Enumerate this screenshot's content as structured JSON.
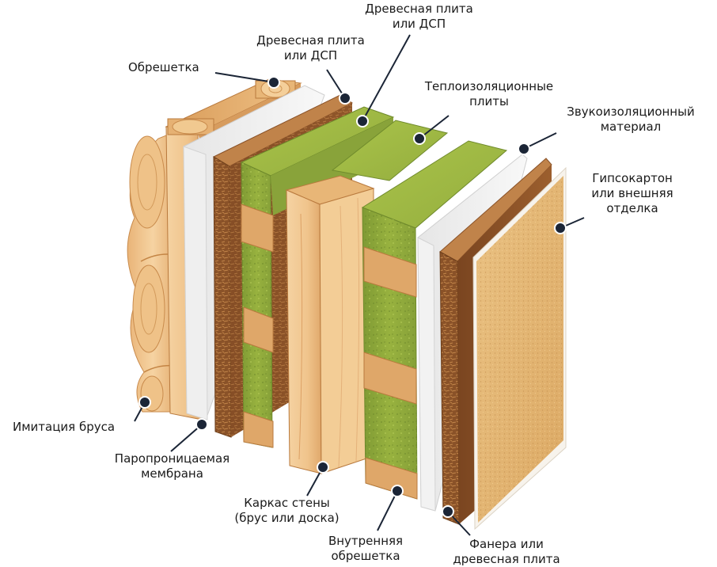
{
  "colors": {
    "leader": "#1b2536",
    "text": "#1a1a1a",
    "pine_light": "#f1c990",
    "pine_mid": "#dfa769",
    "pine_dark": "#b97a3e",
    "membrane": "#ececec",
    "osb": "#8a5228",
    "insulation": "#8da53a",
    "insulation_light": "#a8bf45",
    "drywall": "#e6b775"
  },
  "labels": {
    "obreshetka": {
      "lines": [
        "Обрешетка"
      ]
    },
    "wood_board_1": {
      "lines": [
        "Древесная плита",
        "или ДСП"
      ]
    },
    "wood_board_2": {
      "lines": [
        "Древесная плита",
        "или ДСП"
      ]
    },
    "heat_insulation": {
      "lines": [
        "Теплоизоляционные",
        "плиты"
      ]
    },
    "sound_insulation": {
      "lines": [
        "Звукоизоляционный",
        "материал"
      ]
    },
    "drywall": {
      "lines": [
        "Гипсокартон",
        "или внешняя",
        "отделка"
      ]
    },
    "timber_imitation": {
      "lines": [
        "Имитация бруса"
      ]
    },
    "vapor_membrane": {
      "lines": [
        "Паропроницаемая",
        "мембрана"
      ]
    },
    "wall_frame": {
      "lines": [
        "Каркас стены",
        "(брус или доска)"
      ]
    },
    "inner_obreshetka": {
      "lines": [
        "Внутренняя",
        "обрешетка"
      ]
    },
    "plywood": {
      "lines": [
        "Фанера или",
        "древесная плита"
      ]
    }
  }
}
